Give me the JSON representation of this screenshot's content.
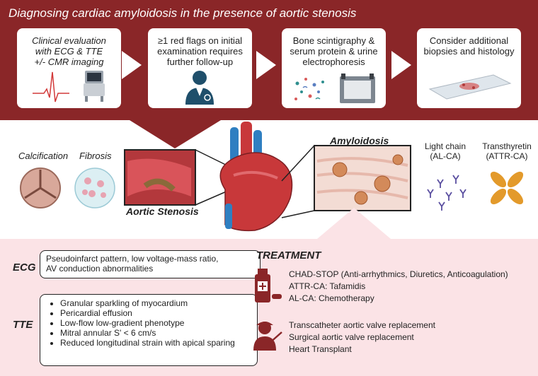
{
  "title": "Diagnosing cardiac amyloidosis in the presence of aortic stenosis",
  "steps": [
    {
      "lines": [
        "Clinical evaluation",
        "with ECG & TTE",
        "+/- CMR imaging"
      ],
      "italic": true
    },
    {
      "lines": [
        "≥1 red flags on initial",
        "examination requires",
        "further follow-up"
      ],
      "italic": false
    },
    {
      "lines": [
        "Bone scintigraphy &",
        "serum protein & urine",
        "electrophoresis"
      ],
      "italic": false
    },
    {
      "lines": [
        "Consider additional",
        "biopsies and histology"
      ],
      "italic": false
    }
  ],
  "middle": {
    "calcification": "Calcification",
    "fibrosis": "Fibrosis",
    "aortic_stenosis": "Aortic Stenosis",
    "amyloidosis": "Amyloidosis",
    "light_chain": [
      "Light chain",
      "(AL-CA)"
    ],
    "transthyretin": [
      "Transthyretin",
      "(ATTR-CA)"
    ]
  },
  "ecg": {
    "label": "ECG",
    "text": [
      "Pseudoinfarct pattern, low voltage-mass ratio,",
      "AV conduction abnormalities"
    ]
  },
  "tte": {
    "label": "TTE",
    "items": [
      "Granular sparkling of myocardium",
      "Pericardial effusion",
      "Low-flow low-gradient phenotype",
      "Mitral annular S' < 6 cm/s",
      "Reduced longitudinal strain with apical sparing"
    ]
  },
  "treatment": {
    "heading": "TREATMENT",
    "medical": [
      "CHAD-STOP (Anti-arrhythmics, Diuretics, Anticoagulation)",
      "ATTR-CA: Tafamidis",
      "AL-CA: Chemotherapy"
    ],
    "surgical": [
      "Transcatheter aortic valve replacement",
      "Surgical aortic valve replacement",
      "Heart Transplant"
    ]
  },
  "colors": {
    "maroon": "#8a2628",
    "pink_bg": "#fbe3e6",
    "heart_red": "#c8383a",
    "vessel_blue": "#2f7fc1",
    "attr_orange": "#e39a2b",
    "al_purple": "#5a4fa0"
  },
  "icons": [
    "ecg-trace-icon",
    "ultrasound-machine-icon",
    "doctor-icon",
    "molecules-icon",
    "gel-electrophoresis-icon",
    "microscope-slide-icon",
    "aortic-valve-icon",
    "fibrosis-cells-icon",
    "heart-icon",
    "medicine-bottle-icon",
    "surgeon-icon"
  ]
}
